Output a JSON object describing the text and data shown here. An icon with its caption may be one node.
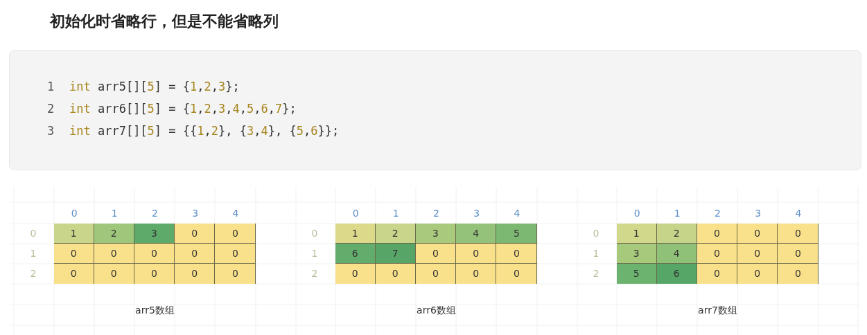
{
  "diagram": {
    "title": "初始化时省略行，但是不能省略列",
    "nodes": [
      {
        "text": [
          "1",
          "int arr5[][5] = {1,2,3};",
          "2",
          "int arr6[][5] = {1,2,3,4,5,6,7};",
          "3",
          "int arr7[][5] = {{1,2}, {3,4}, {5,6}};"
        ]
      },
      {
        "text": [
          "arr5数组"
        ]
      },
      {
        "text": [
          "arr6数组"
        ]
      },
      {
        "text": [
          "arr7数组"
        ]
      }
    ],
    "labels": [
      "0",
      "1",
      "2",
      "3",
      "4",
      "0",
      "1",
      "2",
      "3",
      "0",
      "0",
      "1",
      "0",
      "0",
      "0",
      "0",
      "0",
      "2",
      "0",
      "0",
      "0",
      "0",
      "0",
      "0",
      "1",
      "2",
      "3",
      "4",
      "0",
      "1",
      "2",
      "3",
      "4",
      "5",
      "1",
      "6",
      "7",
      "0",
      "0",
      "0",
      "2",
      "0",
      "0",
      "0",
      "0",
      "0",
      "0",
      "1",
      "2",
      "3",
      "4",
      "0",
      "1",
      "2",
      "0",
      "0",
      "0",
      "1",
      "3",
      "4",
      "0",
      "0",
      "0",
      "2",
      "5",
      "6",
      "0",
      "0",
      "0"
    ]
  }
}
